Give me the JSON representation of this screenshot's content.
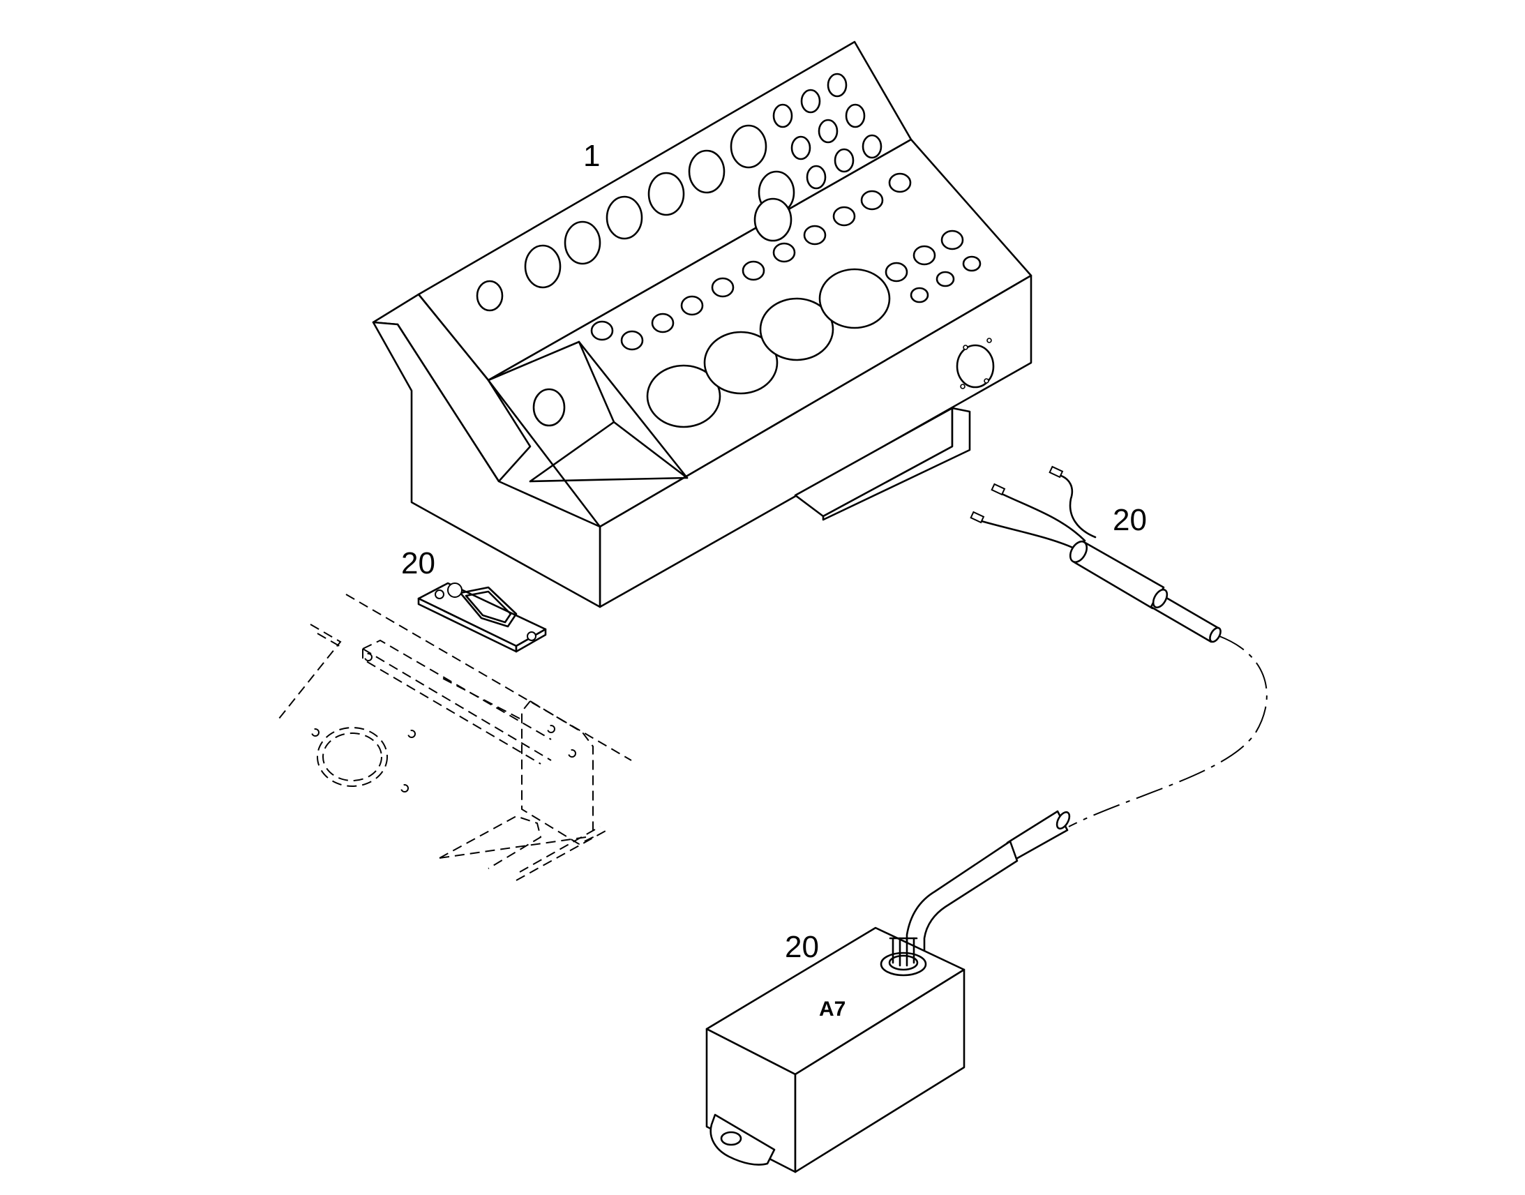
{
  "callouts": {
    "console": "1",
    "connector": "20",
    "cable": "20",
    "module": "20"
  },
  "module_label": "A7"
}
